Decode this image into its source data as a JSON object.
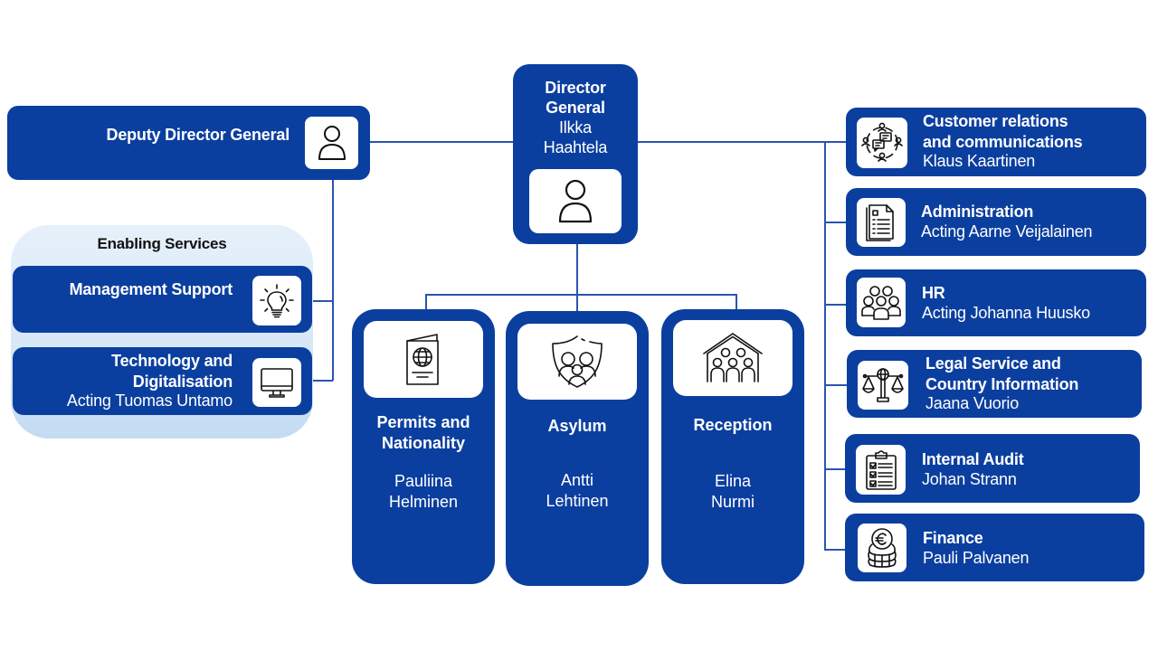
{
  "colors": {
    "card_blue": "#0b3f9f",
    "connector_blue": "#2a55b0",
    "enabling_bg": "#d6e7f7",
    "icon_bg": "#ffffff"
  },
  "director_general": {
    "title": "Director General",
    "title_line1": "Director",
    "title_line2": "General",
    "name_line1": "Ilkka",
    "name_line2": "Haahtela",
    "icon": "person-icon"
  },
  "deputy_director_general": {
    "title": "Deputy Director General",
    "icon": "person-icon"
  },
  "enabling_services": {
    "title": "Enabling Services",
    "units": [
      {
        "title": "Management Support",
        "name": "",
        "icon": "lightbulb-icon"
      },
      {
        "title_line1": "Technology and",
        "title_line2": "Digitalisation",
        "name": "Acting Tuomas Untamo",
        "icon": "monitor-icon"
      }
    ]
  },
  "core_services": [
    {
      "title_line1": "Permits and",
      "title_line2": "Nationality",
      "name_line1": "Pauliina",
      "name_line2": "Helminen",
      "icon": "passport-icon"
    },
    {
      "title_line1": "Asylum",
      "title_line2": "",
      "name_line1": "Antti",
      "name_line2": "Lehtinen",
      "icon": "shield-family-icon"
    },
    {
      "title_line1": "Reception",
      "title_line2": "",
      "name_line1": "Elina",
      "name_line2": "Nurmi",
      "icon": "house-people-icon"
    }
  ],
  "support_units": [
    {
      "title_line1": "Customer relations",
      "title_line2": "and communications",
      "name": "Klaus Kaartinen",
      "icon": "communication-network-icon"
    },
    {
      "title_line1": "Administration",
      "title_line2": "",
      "name": "Acting Aarne Veijalainen",
      "icon": "document-icon"
    },
    {
      "title_line1": "HR",
      "title_line2": "",
      "name": "Acting Johanna Huusko",
      "icon": "people-group-icon"
    },
    {
      "title_line1": "Legal Service and",
      "title_line2": "Country Information",
      "name": "Jaana Vuorio",
      "icon": "scales-globe-icon"
    },
    {
      "title_line1": "Internal Audit",
      "title_line2": "",
      "name": "Johan Strann",
      "icon": "checklist-clipboard-icon"
    },
    {
      "title_line1": "Finance",
      "title_line2": "",
      "name": "Pauli Palvanen",
      "icon": "euro-coins-icon"
    }
  ]
}
